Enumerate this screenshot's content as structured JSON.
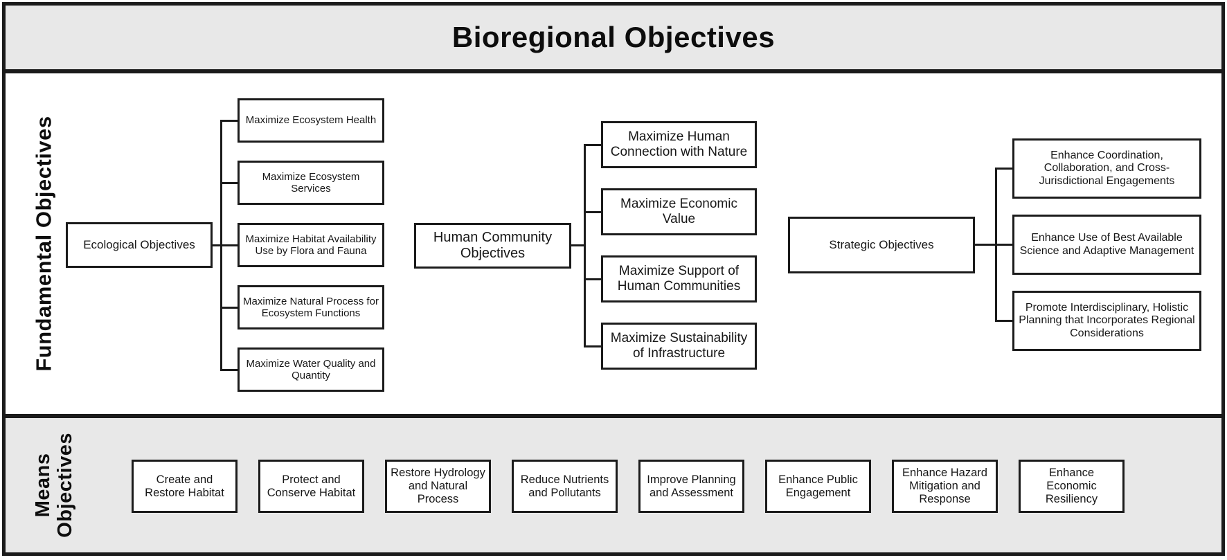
{
  "header": {
    "title": "Bioregional Objectives"
  },
  "fundamental": {
    "label": "Fundamental Objectives",
    "branches": [
      {
        "parent": "Ecological Objectives",
        "children": [
          "Maximize Ecosystem Health",
          "Maximize Ecosystem Services",
          "Maximize Habitat Availability Use by Flora and Fauna",
          "Maximize Natural Process for Ecosystem Functions",
          "Maximize Water Quality and Quantity"
        ]
      },
      {
        "parent": "Human Community Objectives",
        "children": [
          "Maximize Human Connection with Nature",
          "Maximize Economic Value",
          "Maximize Support of Human Communities",
          "Maximize Sustainability of Infrastructure"
        ]
      },
      {
        "parent": "Strategic Objectives",
        "children": [
          "Enhance Coordination, Collaboration, and Cross-Jurisdictional Engagements",
          "Enhance Use of Best Available Science and Adaptive Management",
          "Promote Interdisciplinary, Holistic Planning that Incorporates Regional Considerations"
        ]
      }
    ]
  },
  "means": {
    "label_line1": "Means",
    "label_line2": "Objectives",
    "items": [
      "Create and Restore Habitat",
      "Protect and Conserve Habitat",
      "Restore Hydrology and Natural Process",
      "Reduce Nutrients and Pollutants",
      "Improve Planning and Assessment",
      "Enhance Public Engagement",
      "Enhance Hazard Mitigation and Response",
      "Enhance Economic Resiliency"
    ]
  },
  "colors": {
    "band_bg": "#e8e8e8",
    "line": "#1b1b1b",
    "box_bg": "#ffffff"
  }
}
